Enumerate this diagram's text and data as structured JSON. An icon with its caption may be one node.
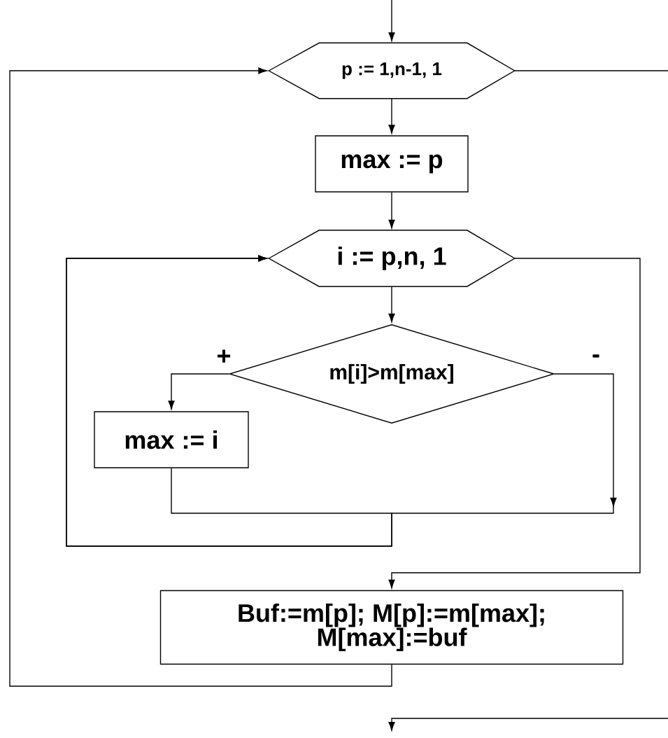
{
  "diagram": {
    "nodes": [
      {
        "text": [
          "p := 1,n-1, 1"
        ]
      },
      {
        "text": [
          "max := p"
        ]
      },
      {
        "text": [
          "i := p,n, 1"
        ]
      },
      {
        "text": [
          "m[i]>m[max]"
        ]
      },
      {
        "text": [
          "max := i"
        ]
      },
      {
        "text": [
          "Buf:=m[p]; M[p]:=m[max]; M[max]:=buf"
        ]
      }
    ],
    "edges": [
      {
        "from": null,
        "to": 0,
        "arrow": "to"
      },
      {
        "from": 0,
        "to": 1,
        "arrow": "to"
      },
      {
        "from": 1,
        "to": 2,
        "arrow": "to"
      },
      {
        "from": 2,
        "to": 3,
        "arrow": "to"
      },
      {
        "from": 3,
        "to": 4,
        "arrow": "to",
        "label": "+"
      },
      {
        "from": 3,
        "to": 2,
        "arrow": "to",
        "label": "-"
      },
      {
        "from": 4,
        "to": 2,
        "arrow": "to"
      },
      {
        "from": 2,
        "to": 5,
        "arrow": "to"
      },
      {
        "from": 5,
        "to": 0,
        "arrow": "to"
      },
      {
        "from": 0,
        "to": null,
        "arrow": "to"
      }
    ]
  }
}
